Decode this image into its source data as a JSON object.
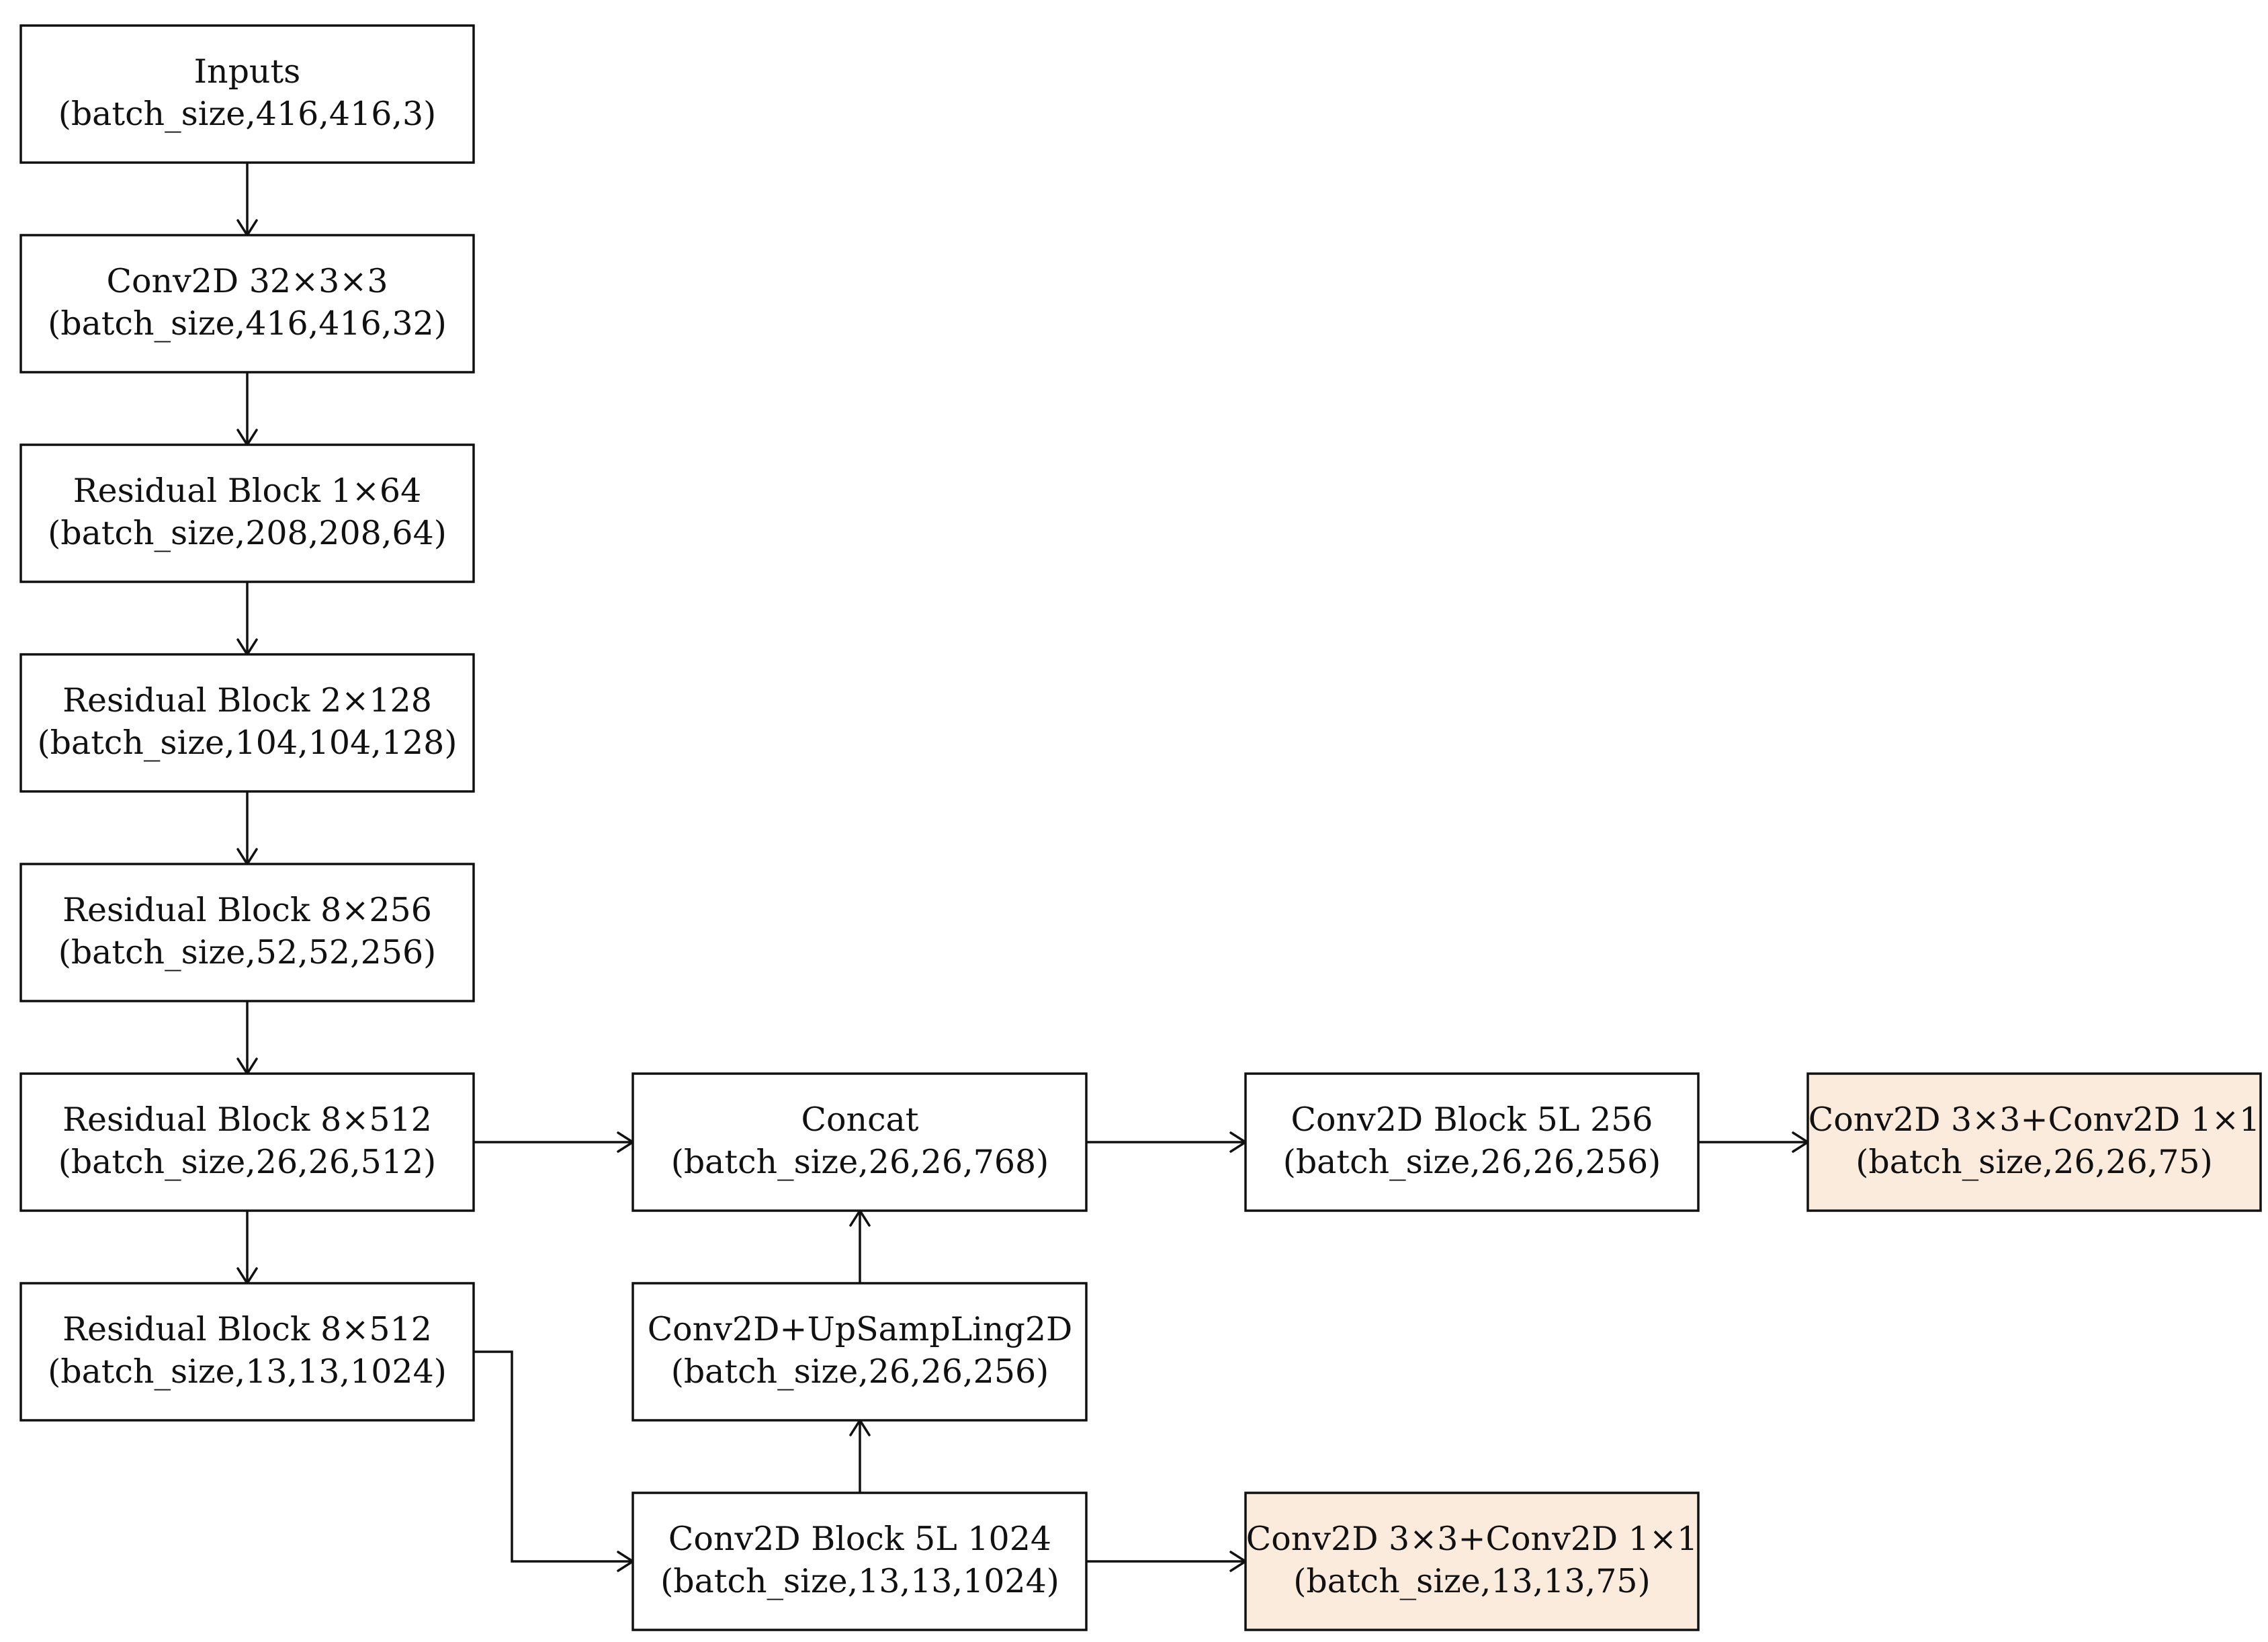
{
  "colors": {
    "default_fill": "#ffffff",
    "highlight_fill": "#fbebdc",
    "stroke": "#111111"
  },
  "nodes": {
    "inputs": {
      "line1": "Inputs",
      "line2": "(batch_size,416,416,3)"
    },
    "conv2d_32": {
      "line1": "Conv2D 32×3×3",
      "line2": "(batch_size,416,416,32)"
    },
    "res1": {
      "line1": "Residual Block 1×64",
      "line2": "(batch_size,208,208,64)"
    },
    "res2": {
      "line1": "Residual Block 2×128",
      "line2": "(batch_size,104,104,128)"
    },
    "res3": {
      "line1": "Residual Block 8×256",
      "line2": "(batch_size,52,52,256)"
    },
    "res4": {
      "line1": "Residual Block 8×512",
      "line2": "(batch_size,26,26,512)"
    },
    "res5": {
      "line1": "Residual Block 8×512",
      "line2": "(batch_size,13,13,1024)"
    },
    "concat": {
      "line1": "Concat",
      "line2": "(batch_size,26,26,768)"
    },
    "upsample": {
      "line1": "Conv2D+UpSampLing2D",
      "line2": "(batch_size,26,26,256)"
    },
    "block1024": {
      "line1": "Conv2D Block 5L 1024",
      "line2": "(batch_size,13,13,1024)"
    },
    "block256": {
      "line1": "Conv2D Block 5L 256",
      "line2": "(batch_size,26,26,256)"
    },
    "out26": {
      "line1": "Conv2D 3×3+Conv2D 1×1",
      "line2": "(batch_size,26,26,75)"
    },
    "out13": {
      "line1": "Conv2D 3×3+Conv2D 1×1",
      "line2": "(batch_size,13,13,75)"
    }
  },
  "edges": [
    {
      "from": "inputs",
      "to": "conv2d_32"
    },
    {
      "from": "conv2d_32",
      "to": "res1"
    },
    {
      "from": "res1",
      "to": "res2"
    },
    {
      "from": "res2",
      "to": "res3"
    },
    {
      "from": "res3",
      "to": "res4"
    },
    {
      "from": "res4",
      "to": "res5"
    },
    {
      "from": "res4",
      "to": "concat"
    },
    {
      "from": "res5",
      "to": "block1024"
    },
    {
      "from": "block1024",
      "to": "upsample"
    },
    {
      "from": "upsample",
      "to": "concat"
    },
    {
      "from": "concat",
      "to": "block256"
    },
    {
      "from": "block256",
      "to": "out26"
    },
    {
      "from": "block1024",
      "to": "out13"
    }
  ]
}
